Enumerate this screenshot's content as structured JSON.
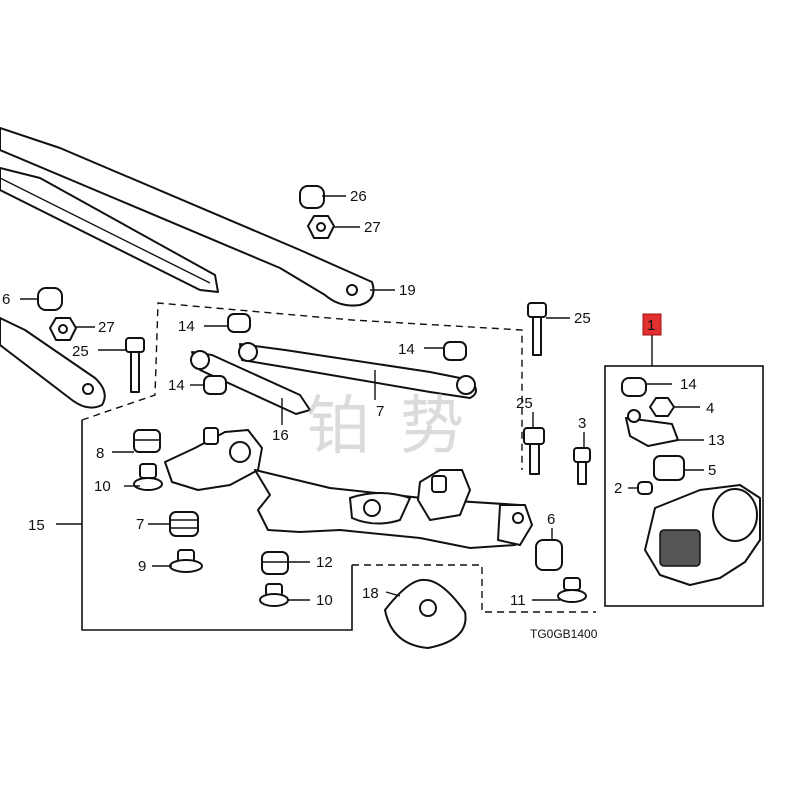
{
  "diagram_code": "TG0GB1400",
  "highlight_color": "#e03030",
  "watermark": [
    "铂",
    "势"
  ],
  "callouts": {
    "c1": "1",
    "c2": "2",
    "c3": "3",
    "c4": "4",
    "c5": "5",
    "c6a": "6",
    "c6b": "6",
    "c7a": "7",
    "c7b": "7",
    "c8": "8",
    "c9": "9",
    "c10a": "10",
    "c10b": "10",
    "c11": "11",
    "c12": "12",
    "c13": "13",
    "c14a": "14",
    "c14b": "14",
    "c14c": "14",
    "c14d": "14",
    "c15": "15",
    "c16": "16",
    "c18": "18",
    "c19": "19",
    "c25a": "25",
    "c25b": "25",
    "c25c": "25",
    "c26": "26",
    "c27a": "27",
    "c27b": "27"
  }
}
